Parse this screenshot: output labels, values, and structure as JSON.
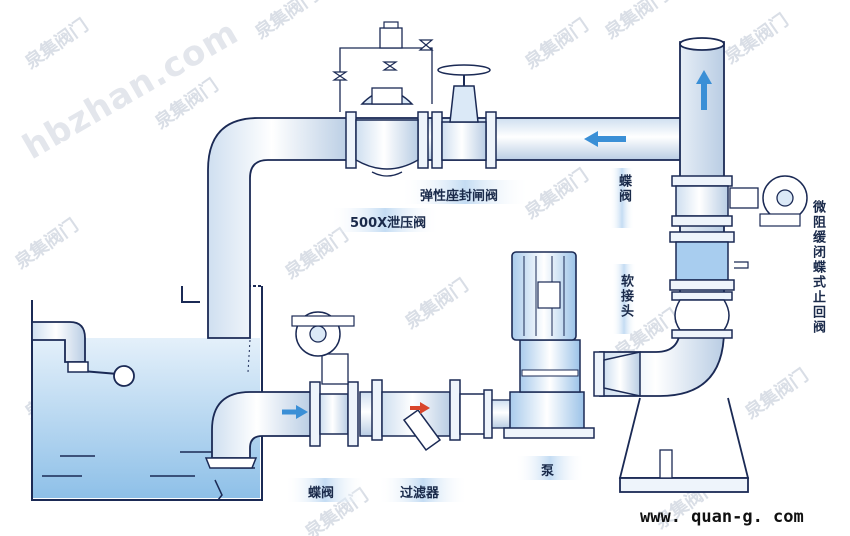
{
  "labels": {
    "pressure_relief_valve": "500X泄压阀",
    "resilient_gate_valve": "弹性座封闸阀",
    "butterfly_valve_top": "蝶阀",
    "flexible_joint": "软接头",
    "check_valve": "微阻缓闭蝶式止回阀",
    "butterfly_valve_bottom": "蝶阀",
    "strainer": "过滤器",
    "pump": "泵"
  },
  "website": "www. quan-g. com",
  "watermark": {
    "brand": "泉集阀门",
    "url": "hbzhan.com"
  },
  "colors": {
    "pipe": "#e8f1fa",
    "stroke": "#1b2a55",
    "water": "#9ec8ea",
    "arrow": "#3a8fd6",
    "pump": "#cfe3f6",
    "banner": "#cfe3f5"
  }
}
